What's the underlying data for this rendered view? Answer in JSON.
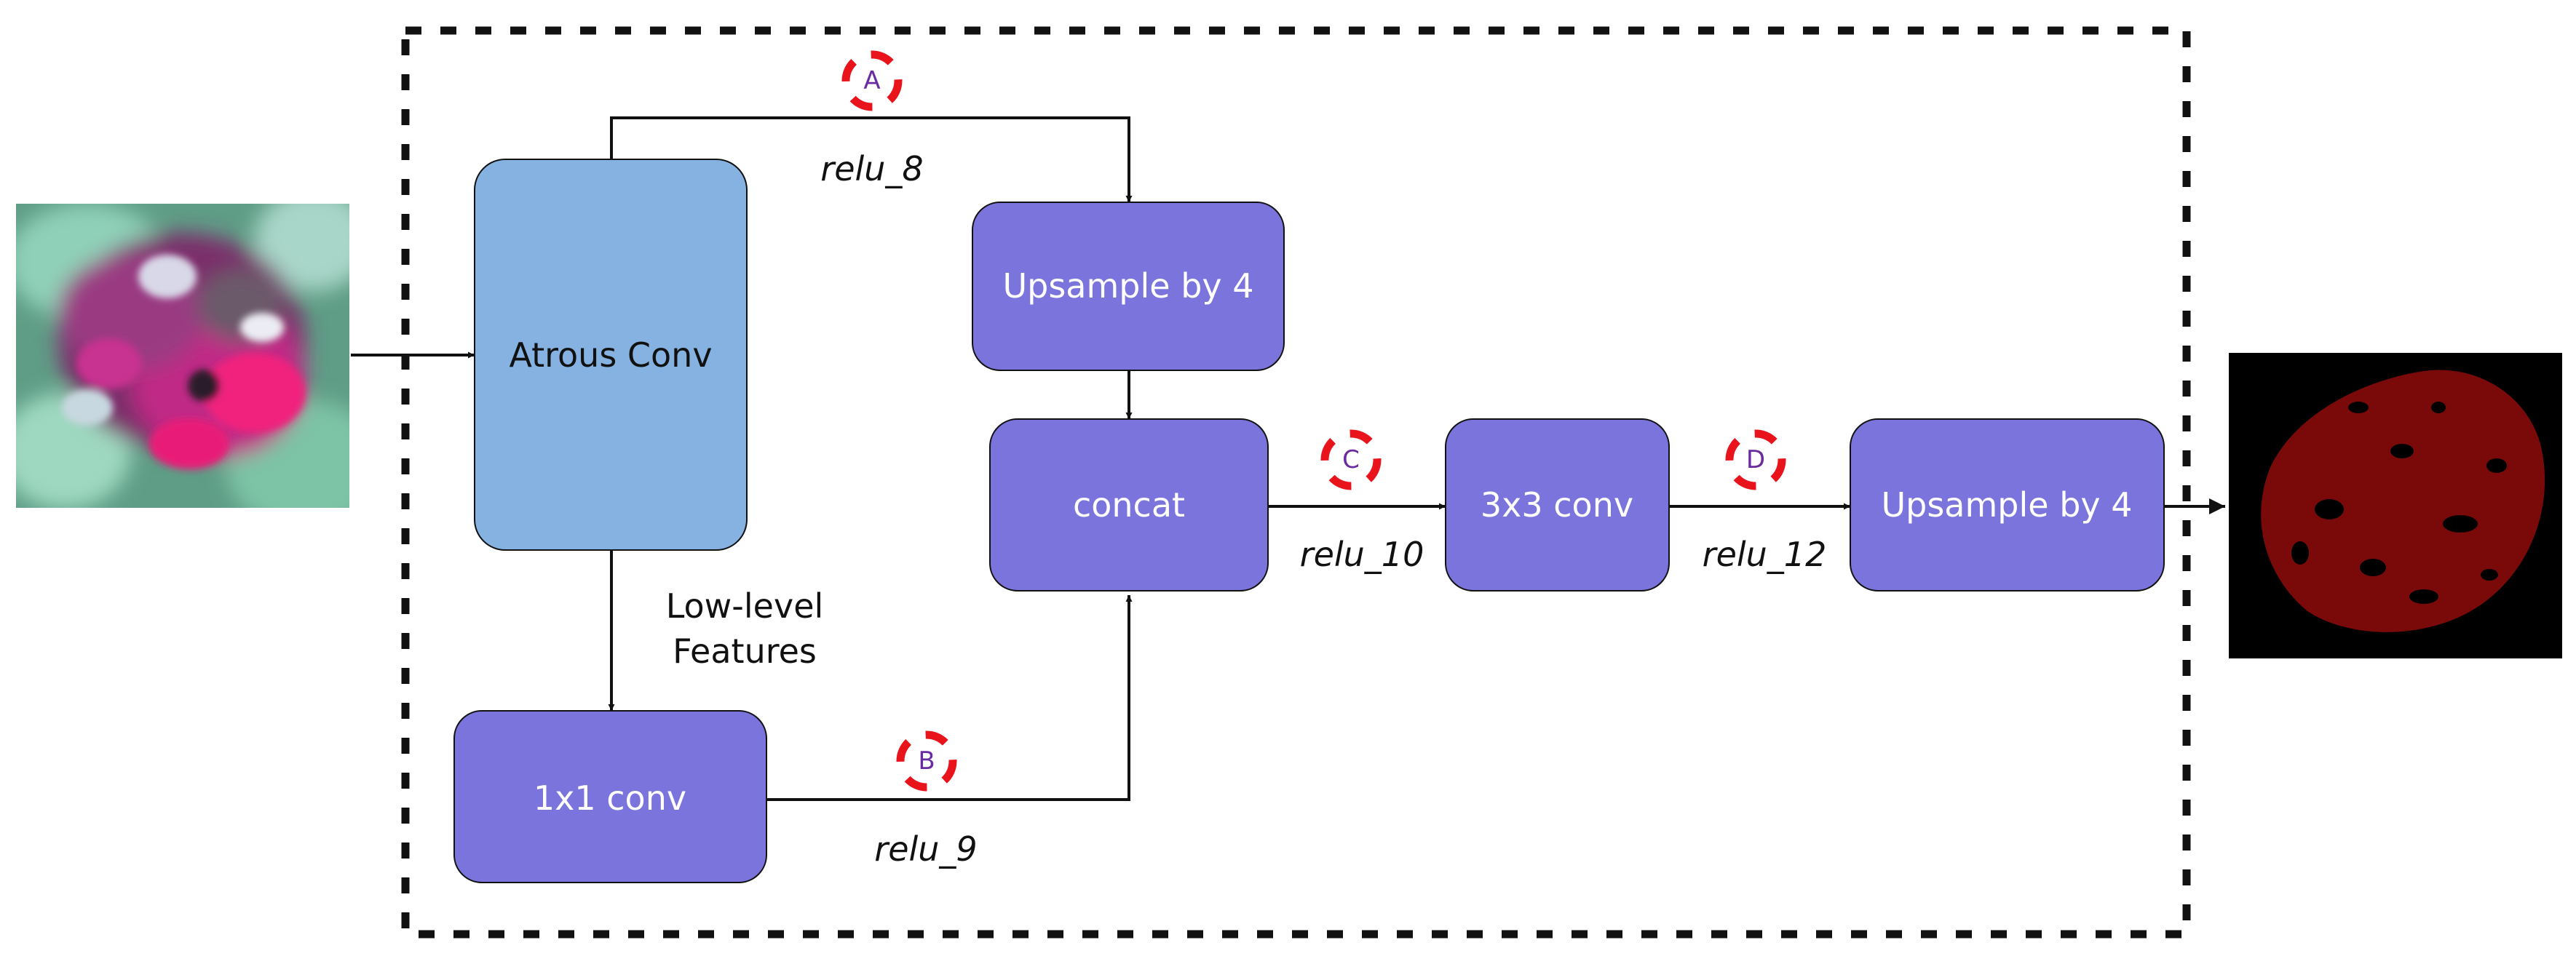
{
  "boxes": {
    "atrous": "Atrous Conv",
    "upsample_top": "Upsample by 4",
    "concat": "concat",
    "conv1x1": "1x1 conv",
    "conv3x3": "3x3 conv",
    "upsample_right": "Upsample by 4"
  },
  "edge_labels": {
    "relu_8": "relu_8",
    "relu_9": "relu_9",
    "relu_10": "relu_10",
    "relu_12": "relu_12",
    "low_level_line1": "Low-level",
    "low_level_line2": "Features"
  },
  "markers": {
    "a": "A",
    "b": "B",
    "c": "C",
    "d": "D"
  },
  "colors": {
    "atrous_fill": "#86b2e2",
    "block_fill": "#7b74dc",
    "marker_red": "#e8131b",
    "marker_text": "#6a2aa0",
    "output_bg": "#000000",
    "output_fg": "#7a0a0a"
  }
}
